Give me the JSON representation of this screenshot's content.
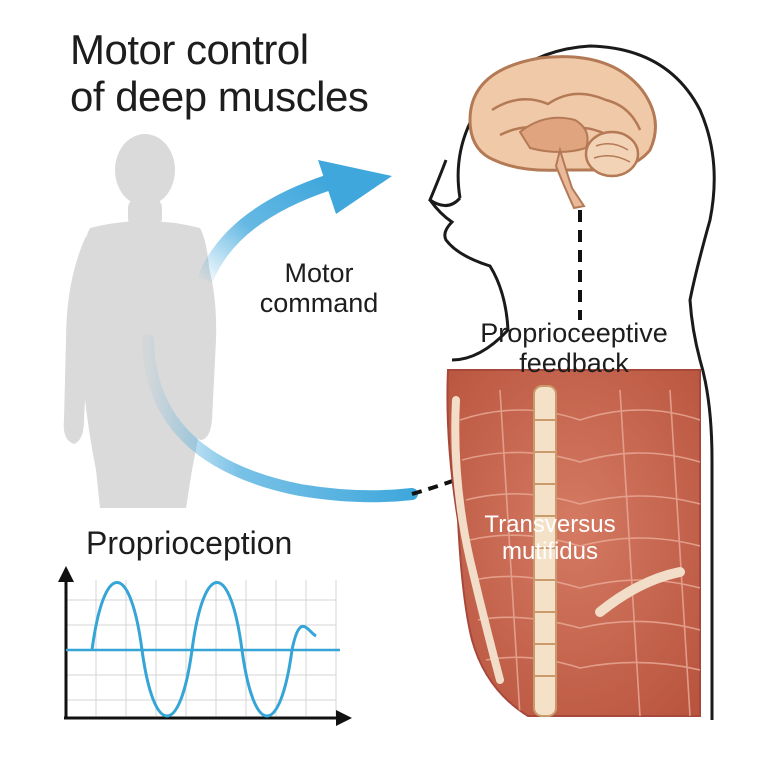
{
  "title": {
    "line1": "Motor control",
    "line2": "of deep muscles"
  },
  "motor_command": {
    "line1": "Motor",
    "line2": "command"
  },
  "feedback": {
    "line1": "Proprioceeptive",
    "line2": "feedback"
  },
  "muscles": {
    "line1": "Transversus",
    "line2": "mutifidus"
  },
  "proprioception": {
    "label": "Proprioception"
  },
  "colors": {
    "arrow": "#3fa7dc",
    "figure": "#d9d9d9",
    "muscle": "#c96a55",
    "brain": "#f0c9a8",
    "signal": "#35a5d8",
    "text": "#1d1d1d"
  },
  "icons": [
    "human-silhouette-icon",
    "head-profile-icon",
    "brain-icon",
    "spine-icon",
    "arrow-icon"
  ]
}
